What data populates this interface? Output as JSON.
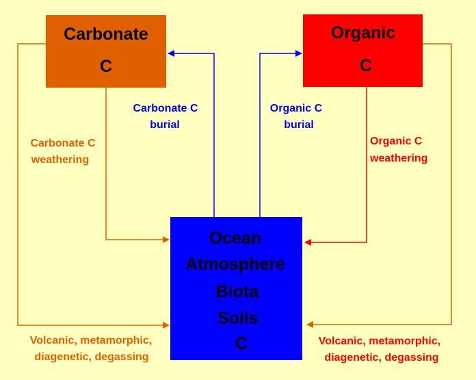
{
  "colors": {
    "background": "#FFFFC0",
    "carbonate": "#E06000",
    "organic": "#FF0000",
    "ocean": "#0000FF",
    "burial": "#0000FF"
  },
  "boxes": {
    "carbonate": [
      "Carbonate",
      "C"
    ],
    "organic": [
      "Organic",
      "C"
    ],
    "ocean": [
      "Ocean",
      "Atmosphere",
      "Biota",
      "Soils",
      "C"
    ]
  },
  "labels": {
    "carbonate_burial": [
      "Carbonate C",
      "burial"
    ],
    "organic_burial": [
      "Organic C",
      "burial"
    ],
    "carbonate_weathering": [
      "Carbonate C",
      "weathering"
    ],
    "organic_weathering": [
      "Organic C",
      "weathering"
    ],
    "volcanic_left": [
      "Volcanic, metamorphic,",
      "diagenetic, degassing"
    ],
    "volcanic_right": [
      "Volcanic, metamorphic,",
      "diagenetic, degassing"
    ]
  }
}
